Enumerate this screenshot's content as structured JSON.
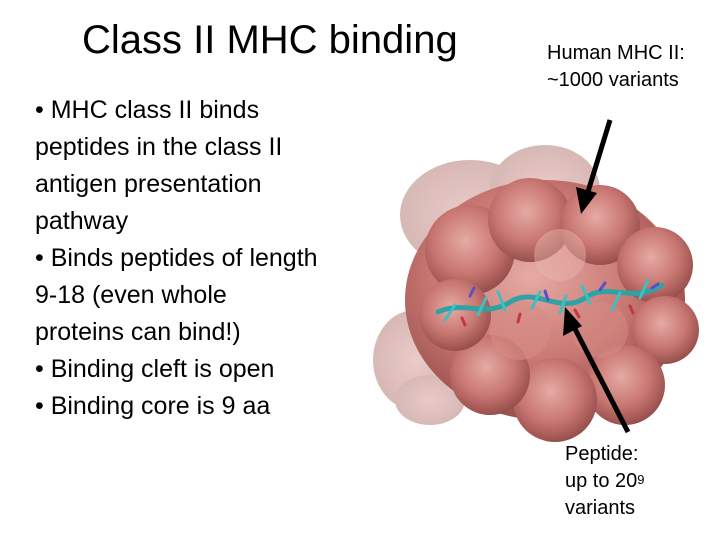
{
  "slide": {
    "title": "Class II MHC binding",
    "bullets": [
      {
        "lines": [
          "• MHC class II binds",
          "peptides in the class II",
          "antigen presentation",
          "pathway"
        ]
      },
      {
        "lines": [
          "• Binds peptides of length",
          "9-18 (even whole",
          "proteins can bind!)"
        ]
      },
      {
        "lines": [
          "• Binding cleft is open"
        ]
      },
      {
        "lines": [
          "• Binding core is 9 aa"
        ]
      }
    ],
    "callout_mhc": {
      "line1": "Human MHC II:",
      "line2": "~1000 variants"
    },
    "callout_peptide": {
      "line1": "Peptide:",
      "line2_base": "up to 20",
      "line2_sup": "9",
      "line3": "variants"
    }
  },
  "colors": {
    "protein": "#c97772",
    "protein_dark": "#8e4745",
    "protein_light": "#e6aaa4",
    "peptide": "#2fa3a3",
    "arrow": "#000000"
  },
  "icon": {
    "structure": "mhc-protein-structure-image"
  }
}
